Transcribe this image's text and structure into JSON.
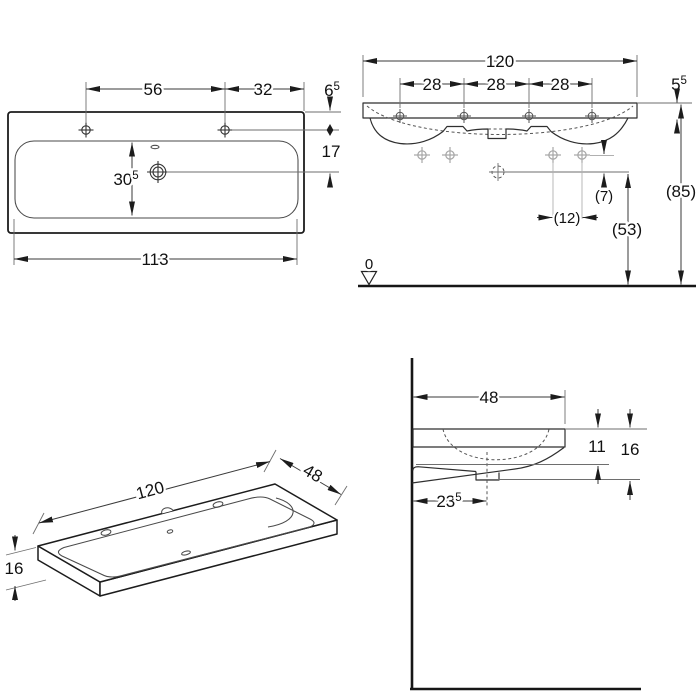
{
  "colors": {
    "background": "#ffffff",
    "main_line": "#1c1c1c",
    "thin_line": "#6e6e6e",
    "gray_marker": "#a6a6a6"
  },
  "views": {
    "plan": {
      "dim_tap_span": "56",
      "dim_tap_to_edge": "32",
      "dim_edge_to_taps": {
        "v": "6",
        "sup": "5"
      },
      "dim_taps_to_drain": "17",
      "dim_bowl_width": {
        "v": "30",
        "sup": "5"
      },
      "dim_inner_length": "113"
    },
    "front": {
      "dim_overall_width": "120",
      "dim_hole_spacing": [
        "28",
        "28",
        "28"
      ],
      "dim_rim_thickness": {
        "v": "5",
        "sup": "5"
      },
      "dim_fix_to_drain": "(7)",
      "dim_fix_spacing": "(12)",
      "dim_drain_height": "(53)",
      "dim_top_height": "(85)",
      "datum_label": "0"
    },
    "isometric": {
      "dim_length": "120",
      "dim_depth": "48",
      "dim_thickness": "16"
    },
    "side": {
      "dim_depth": "48",
      "dim_drop_front": "11",
      "dim_drop_total": "16",
      "dim_drain_offset": {
        "v": "23",
        "sup": "5"
      }
    }
  }
}
